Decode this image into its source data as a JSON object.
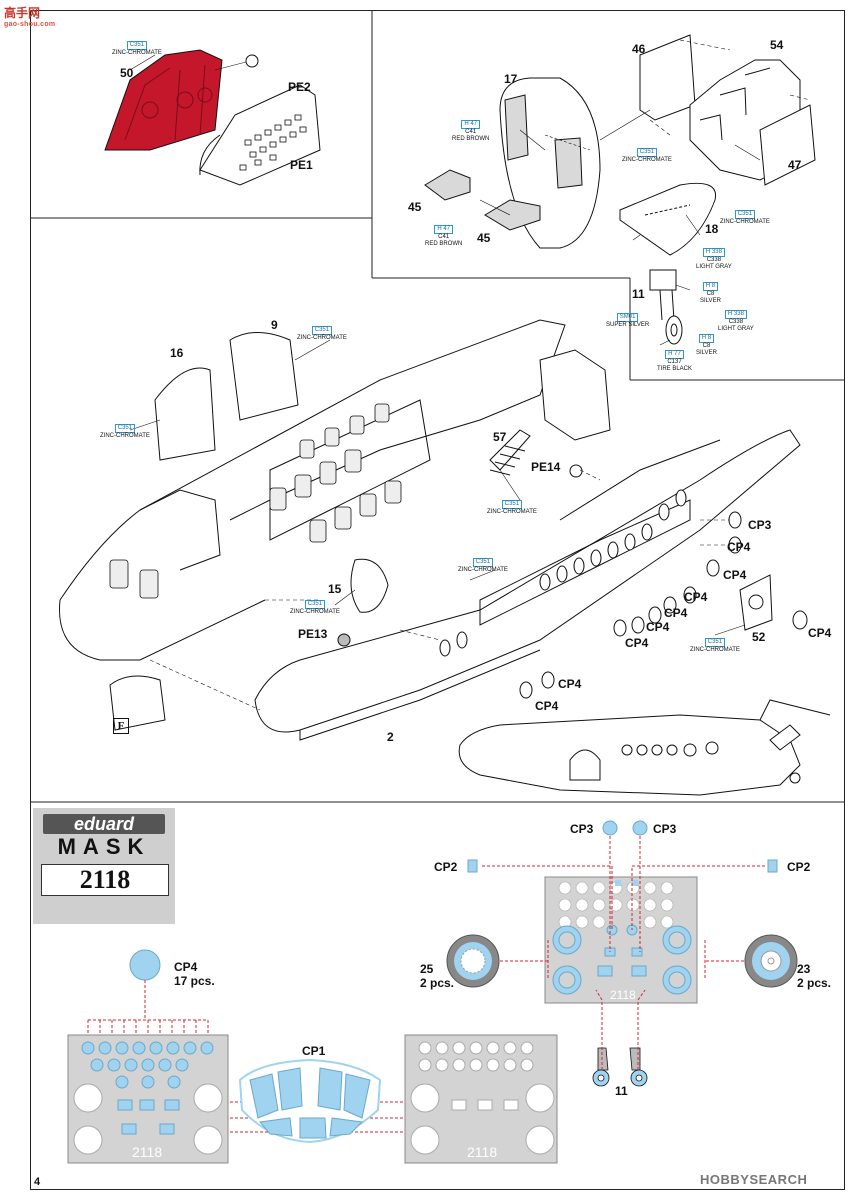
{
  "site_watermark": {
    "chars": "高手网",
    "domain": "gao-shou.com"
  },
  "colors": {
    "blue_tag": "#2a9ad6",
    "mask_blue": "#9fd3ef",
    "red_highlight": "#c4172c",
    "red_dash": "#d3262f",
    "panel_gray": "#d3d3d3"
  },
  "parts": {
    "p50": "50",
    "pe2": "PE2",
    "pe1": "PE1",
    "p17": "17",
    "p46": "46",
    "p54": "54",
    "p47": "47",
    "p18": "18",
    "p45a": "45",
    "p45b": "45",
    "p11": "11",
    "p16": "16",
    "p9": "9",
    "p57": "57",
    "pe14": "PE14",
    "p15": "15",
    "pe13": "PE13",
    "p2": "2",
    "p52": "52",
    "cp3": "CP3",
    "cp4": "CP4"
  },
  "tags": {
    "c351": "C351",
    "zinc": "ZINC-CHROMATE",
    "h47": "H 47",
    "c41": "C41",
    "red_brown": "RED BROWN",
    "h338": "H 338",
    "c338": "C338",
    "light_gray": "LIGHT GRAY",
    "h8": "H 8",
    "c8": "C8",
    "silver": "SILVER",
    "sm01": "SM01",
    "super_silver": "SUPER SILVER",
    "h77": "H 77",
    "c137": "C137",
    "tire_black": "TIRE BLACK"
  },
  "mask_section": {
    "brand": "eduard",
    "type": "MASK",
    "number": "2118",
    "cp1": "CP1",
    "cp2": "CP2",
    "cp3": "CP3",
    "cp4": "CP4",
    "cp4_count": "17 pcs.",
    "wheel25": "25",
    "wheel25_count": "2 pcs.",
    "wheel23": "23",
    "wheel23_count": "2 pcs.",
    "wheel11": "11",
    "sheet_code": "2118"
  },
  "page_number": "4",
  "footer_watermark": "HOBBYSEARCH"
}
